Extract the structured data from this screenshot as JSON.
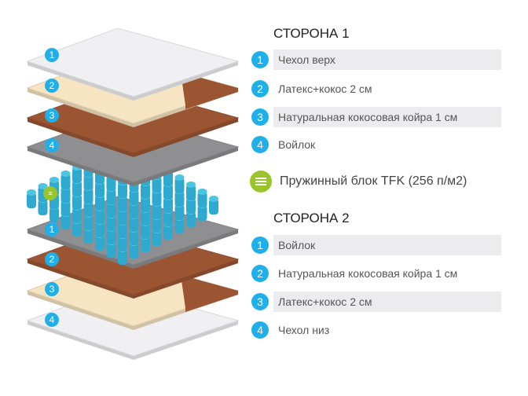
{
  "side1": {
    "title": "СТОРОНА 1",
    "items": [
      {
        "num": "1",
        "label": "Чехол верх"
      },
      {
        "num": "2",
        "label": "Латекс+кокос 2 см"
      },
      {
        "num": "3",
        "label": "Натуральная кокосовая койра 1 см"
      },
      {
        "num": "4",
        "label": "Войлок"
      }
    ]
  },
  "spring_block": {
    "label": "Пружинный блок TFK (256 п/м2)"
  },
  "side2": {
    "title": "СТОРОНА 2",
    "items": [
      {
        "num": "1",
        "label": "Войлок"
      },
      {
        "num": "2",
        "label": "Натуральная кокосовая койра 1 см"
      },
      {
        "num": "3",
        "label": "Латекс+кокос 2 см"
      },
      {
        "num": "4",
        "label": "Чехол низ"
      }
    ]
  },
  "colors": {
    "badge": "#1fb0ea",
    "spring_icon": "#9ac52a",
    "cover": "#f0f0f2",
    "latex": "#f7e4c2",
    "coco": "#9c5533",
    "felt": "#8f8f92",
    "springs": "#4cc4e4"
  }
}
